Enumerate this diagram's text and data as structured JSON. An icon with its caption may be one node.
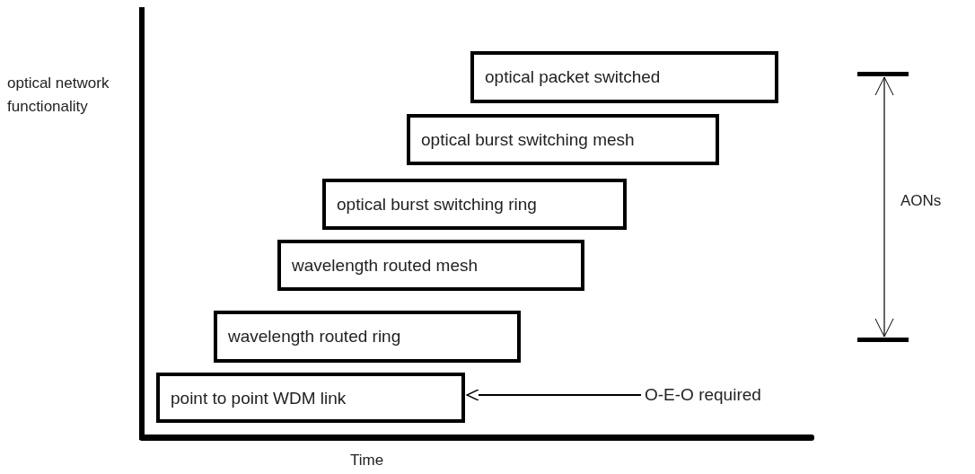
{
  "diagram": {
    "nodes": [
      {
        "text": [
          "optical packet switched"
        ]
      },
      {
        "text": [
          "optical burst switching mesh"
        ]
      },
      {
        "text": [
          "optical burst switching ring"
        ]
      },
      {
        "text": [
          "wavelength routed mesh"
        ]
      },
      {
        "text": [
          "wavelength routed ring"
        ]
      },
      {
        "text": [
          "point to point WDM link"
        ]
      },
      {
        "text": [
          "O-E-O required"
        ]
      }
    ],
    "edges": [
      {
        "from": 6,
        "to": 5,
        "arrow": "to"
      }
    ],
    "labels": [
      "optical network functionality",
      "AONs",
      "Time"
    ]
  }
}
